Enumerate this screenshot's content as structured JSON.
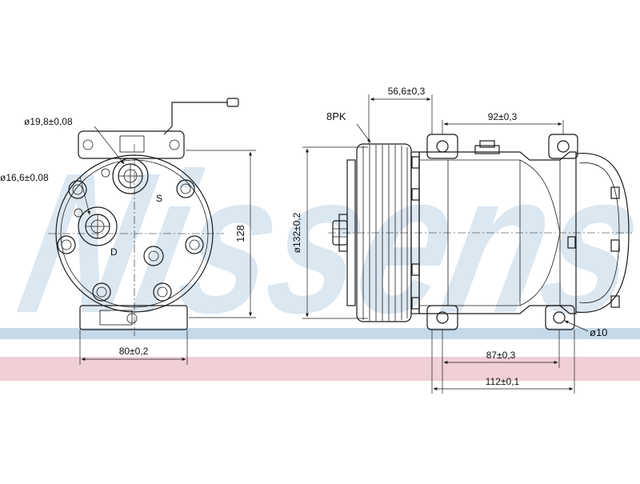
{
  "watermark": {
    "text": "Nissens",
    "color": "#c9dbea",
    "band_blue": "#c5d9e8",
    "band_red": "#f1cfd6"
  },
  "front_view": {
    "port_suction_diameter": "ø19,8±0,08",
    "port_discharge_diameter": "ø16,6±0,08",
    "port_s_label": "S",
    "port_d_label": "D",
    "height_dim": "128",
    "width_dim": "80±0,2"
  },
  "side_view": {
    "belt_label": "8PK",
    "pulley_offset_dim": "56,6±0,3",
    "mount_spacing_top_dim": "92±0,3",
    "pulley_diameter_dim": "ø132±0,2",
    "mount_hole_dim": "ø10",
    "mount_spacing_bottom_dim": "87±0,3",
    "overall_length_dim": "112±0,1"
  }
}
